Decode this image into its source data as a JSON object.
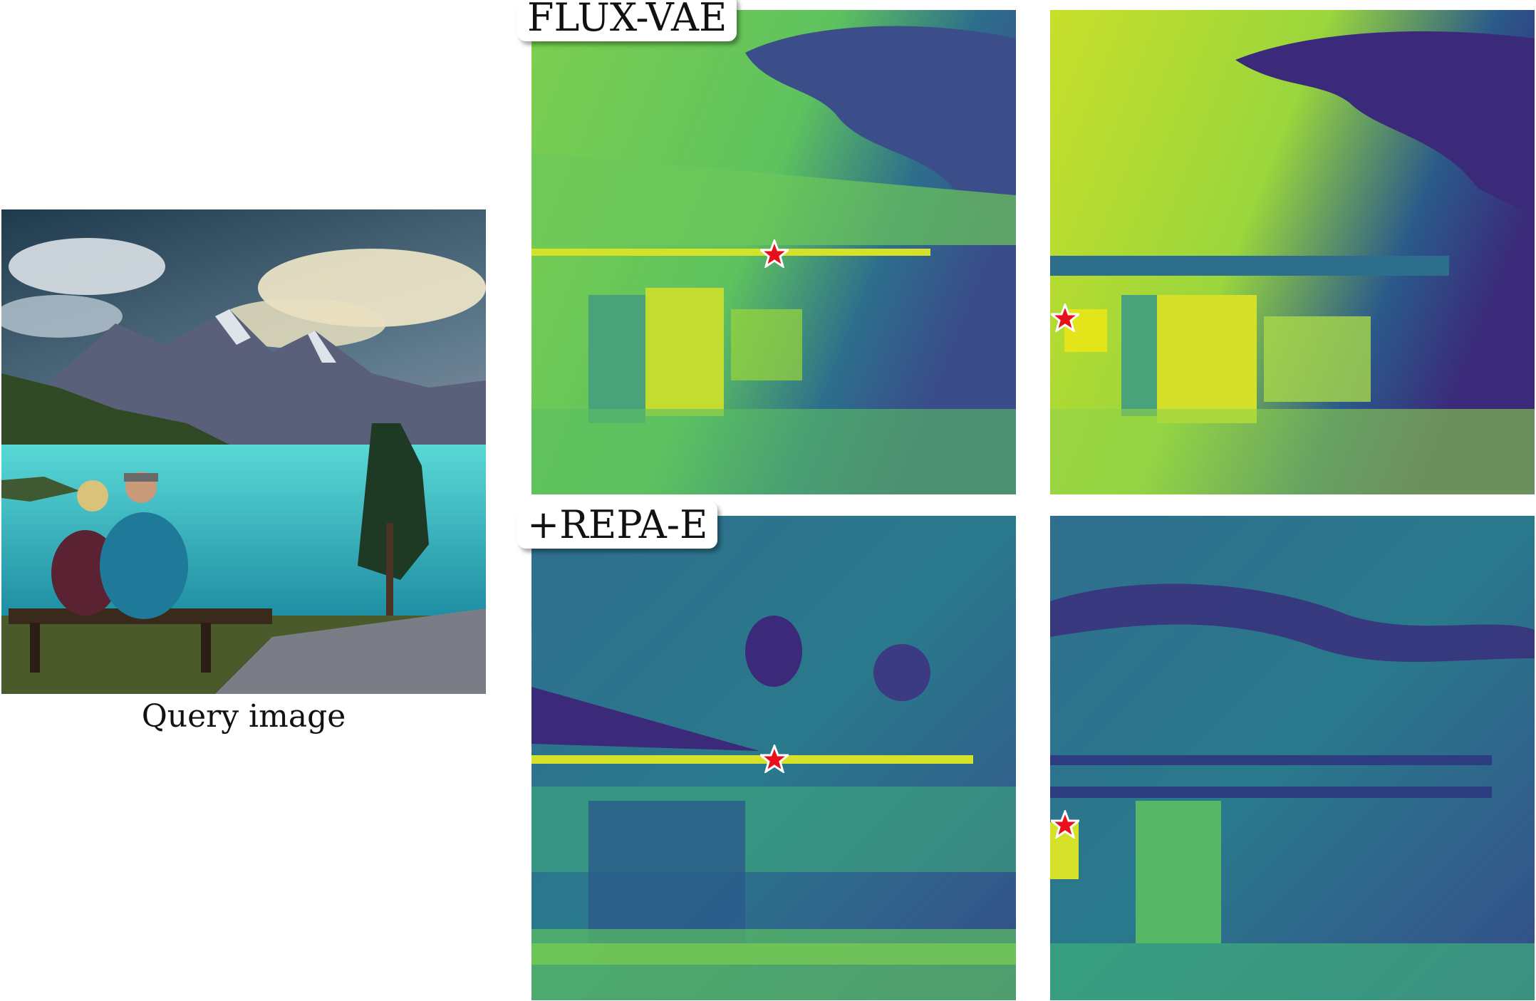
{
  "query": {
    "caption": "Query image"
  },
  "rows": [
    {
      "label": "FLUX-VAE"
    },
    {
      "label": "+REPA-E"
    }
  ],
  "colors": {
    "viridis_low": "#3b2a7a",
    "viridis_mid": "#21918c",
    "viridis_high": "#e3e41a",
    "star_fill": "#e8101a",
    "star_stroke": "#ffffff"
  },
  "icons": {
    "query_point_marker": "star"
  }
}
